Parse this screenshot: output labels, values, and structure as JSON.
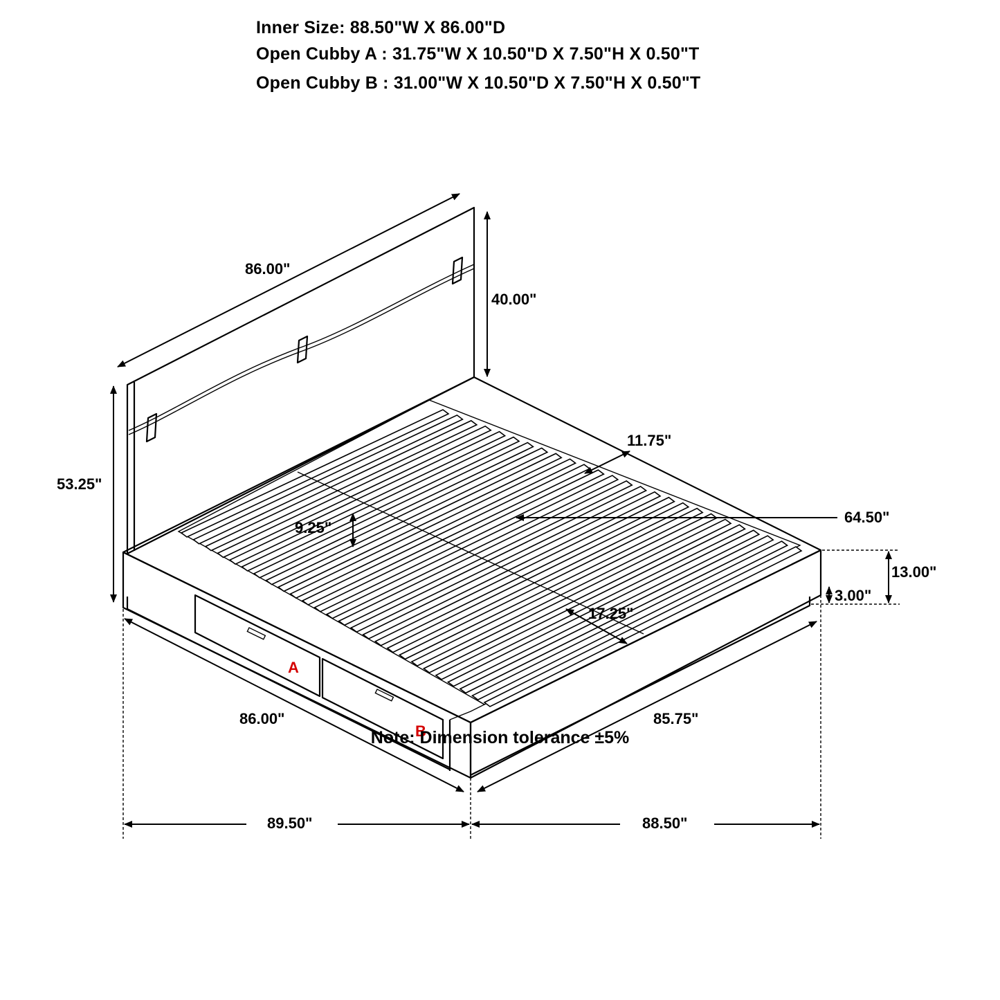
{
  "specs": {
    "inner_size": "Inner Size: 88.50\"W X 86.00\"D",
    "cubby_a": "Open Cubby A : 31.75\"W X 10.50\"D X 7.50\"H X 0.50\"T",
    "cubby_b": "Open Cubby B : 31.00\"W X 10.50\"D X 7.50\"H X 0.50\"T"
  },
  "dimensions": {
    "headboard_length": "86.00\"",
    "headboard_height": "40.00\"",
    "overall_height": "53.25\"",
    "rail_width": "11.75\"",
    "slat_span": "64.50\"",
    "cubby_gap": "9.25\"",
    "frame_height": "13.00\"",
    "base_height": "3.00\"",
    "footrail_depth": "17.25\"",
    "left_side_length": "86.00\"",
    "right_side_length": "85.75\"",
    "overall_depth": "89.50\"",
    "overall_width": "88.50\""
  },
  "cubby_labels": {
    "a": "A",
    "b": "B"
  },
  "colors": {
    "cubby_label": "#d40000",
    "line": "#000000"
  },
  "note": "Note: Dimension tolerance ±5%"
}
